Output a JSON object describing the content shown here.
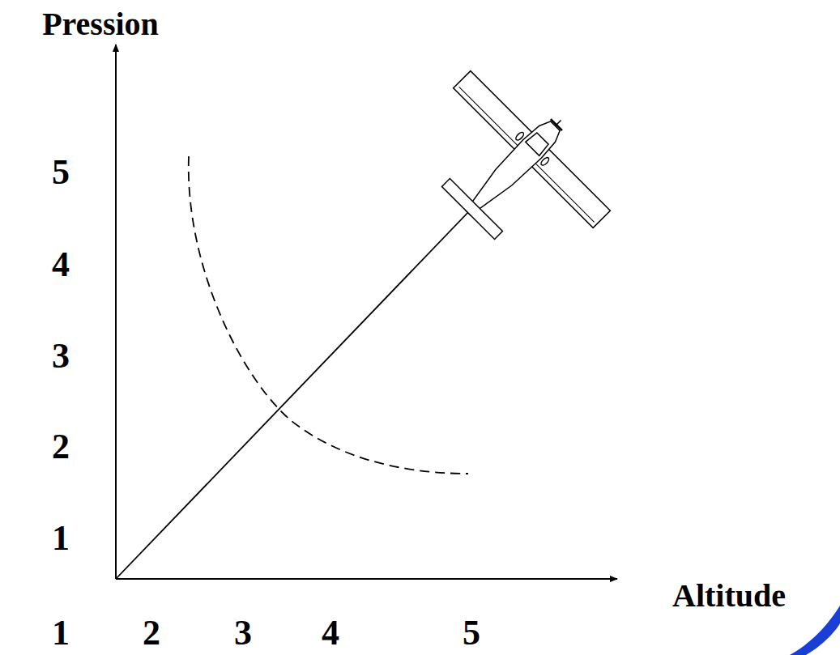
{
  "diagram": {
    "labels": [
      "Pression",
      "Altitude",
      "5",
      "4",
      "3",
      "2",
      "1",
      "1",
      "2",
      "3",
      "4",
      "5"
    ]
  }
}
